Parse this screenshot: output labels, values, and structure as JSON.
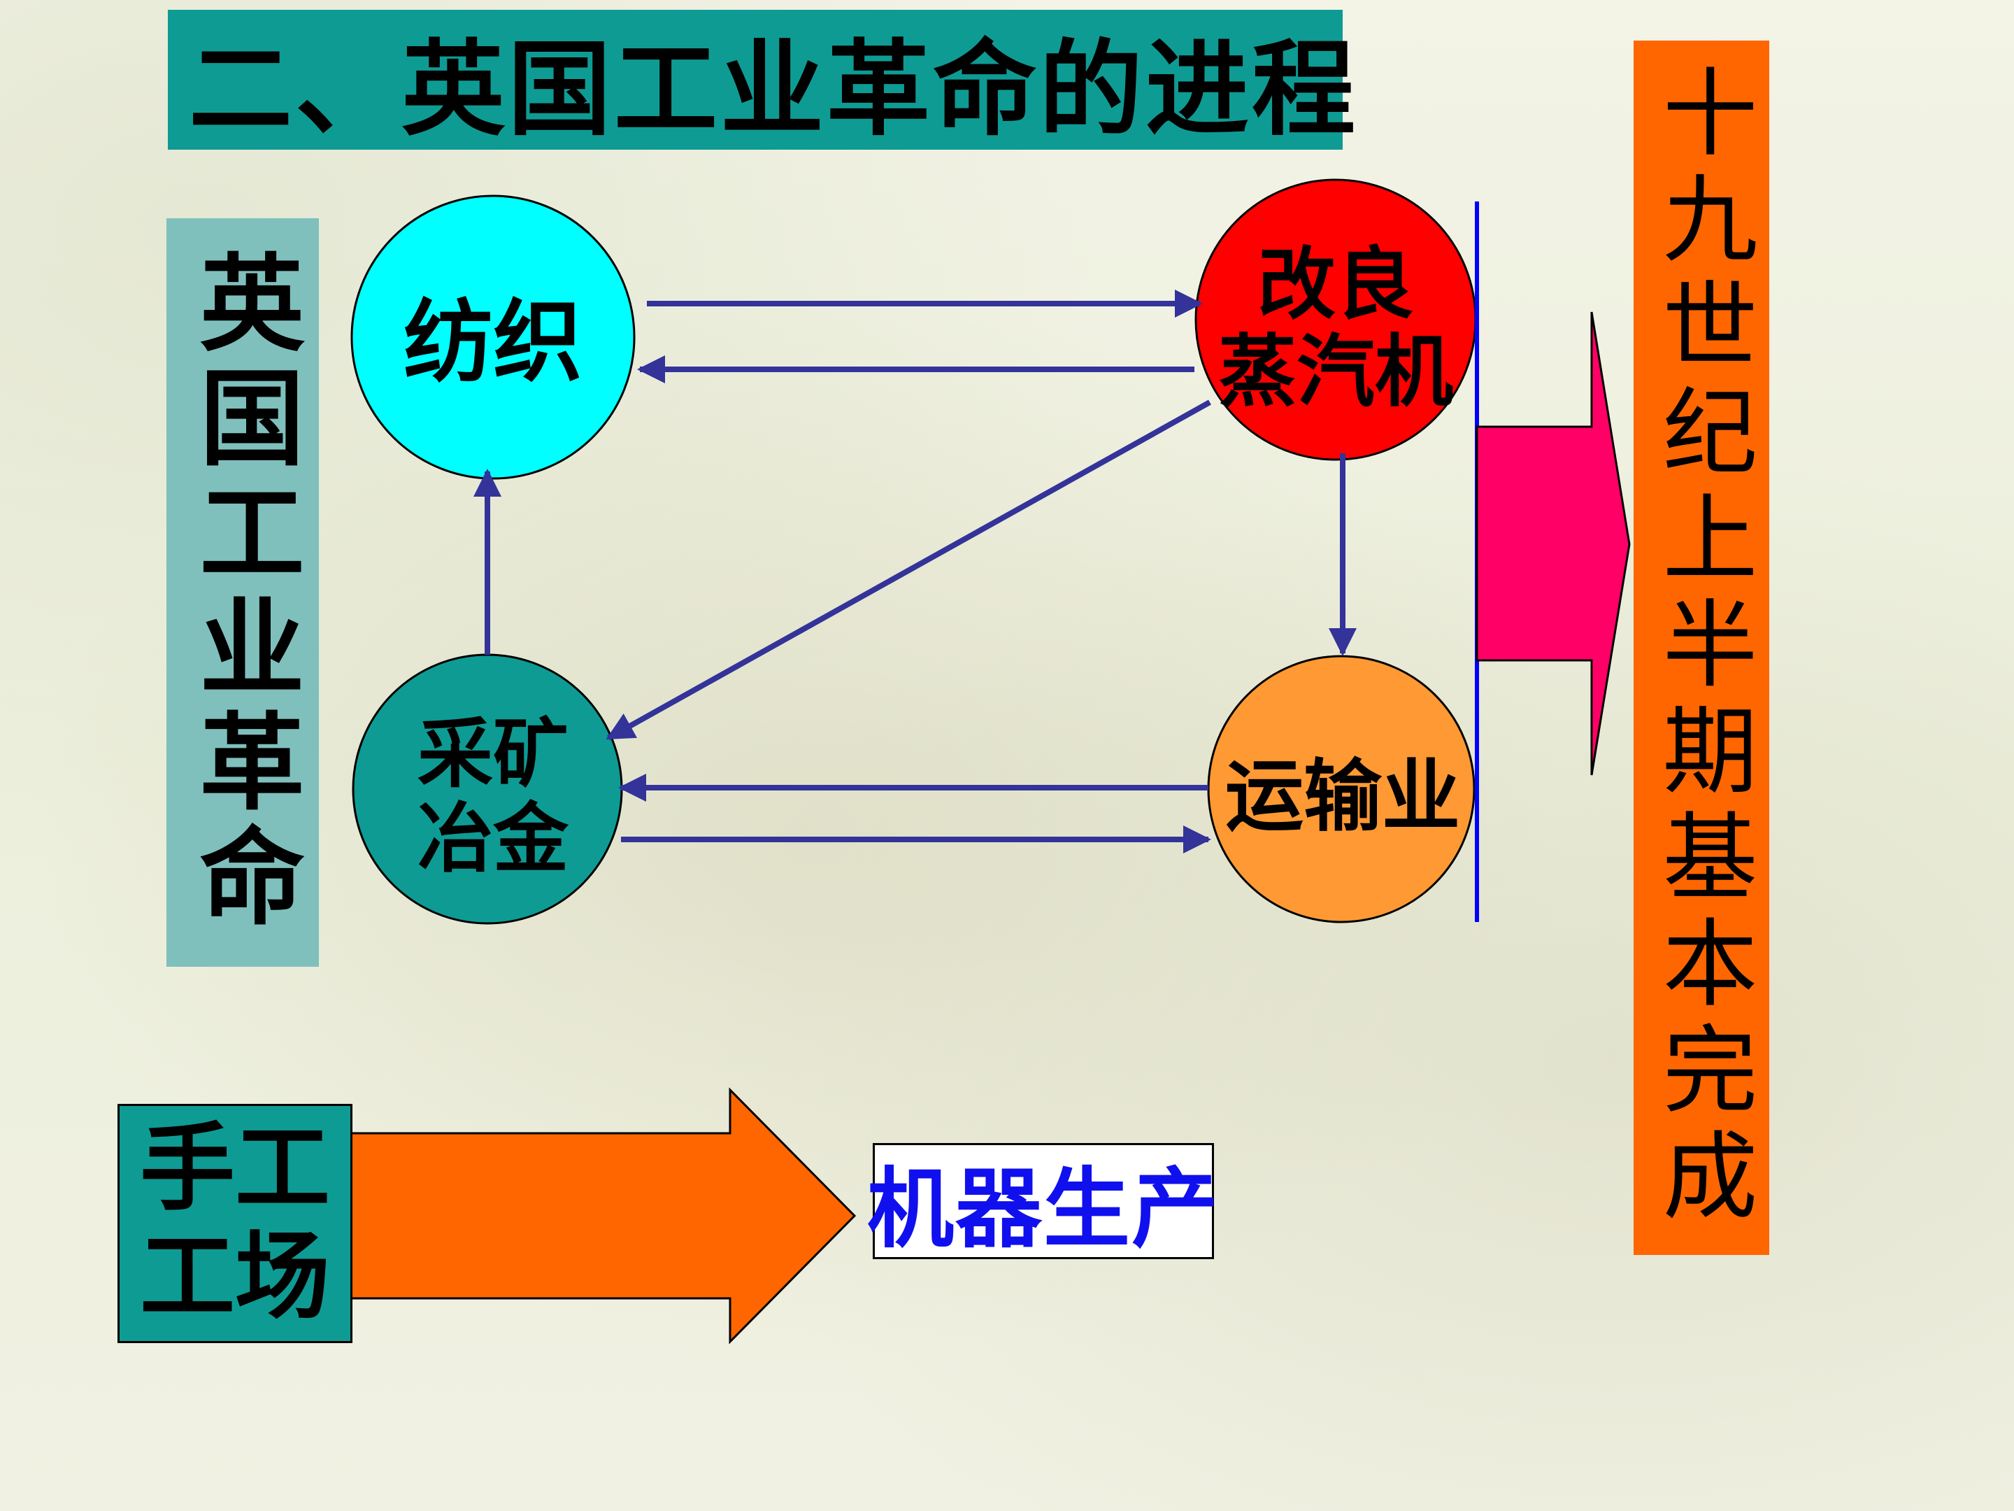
{
  "title": "二、英国工业革命的进程",
  "left_label": "英国工业革命",
  "right_label": "十九世纪上半期基本完成",
  "nodes": {
    "textile": {
      "label": "纺织",
      "color": "#00ffff"
    },
    "steam_engine": {
      "label": "改良蒸汽机",
      "color": "#ff0000"
    },
    "mining": {
      "label": "采矿冶金",
      "color": "#0e9b94"
    },
    "transport": {
      "label": "运输业",
      "color": "#ff9933"
    }
  },
  "bottom": {
    "from_label": "手工工场",
    "to_label": "机器生产",
    "arrow_color": "#ff6600"
  },
  "colors": {
    "title_bg": "#0e9b94",
    "left_label_bg": "#7fc0bd",
    "right_label_bg": "#ff6600",
    "connector": "#333399",
    "big_arrow": "#ff0066",
    "divider_line": "#0000ff"
  }
}
